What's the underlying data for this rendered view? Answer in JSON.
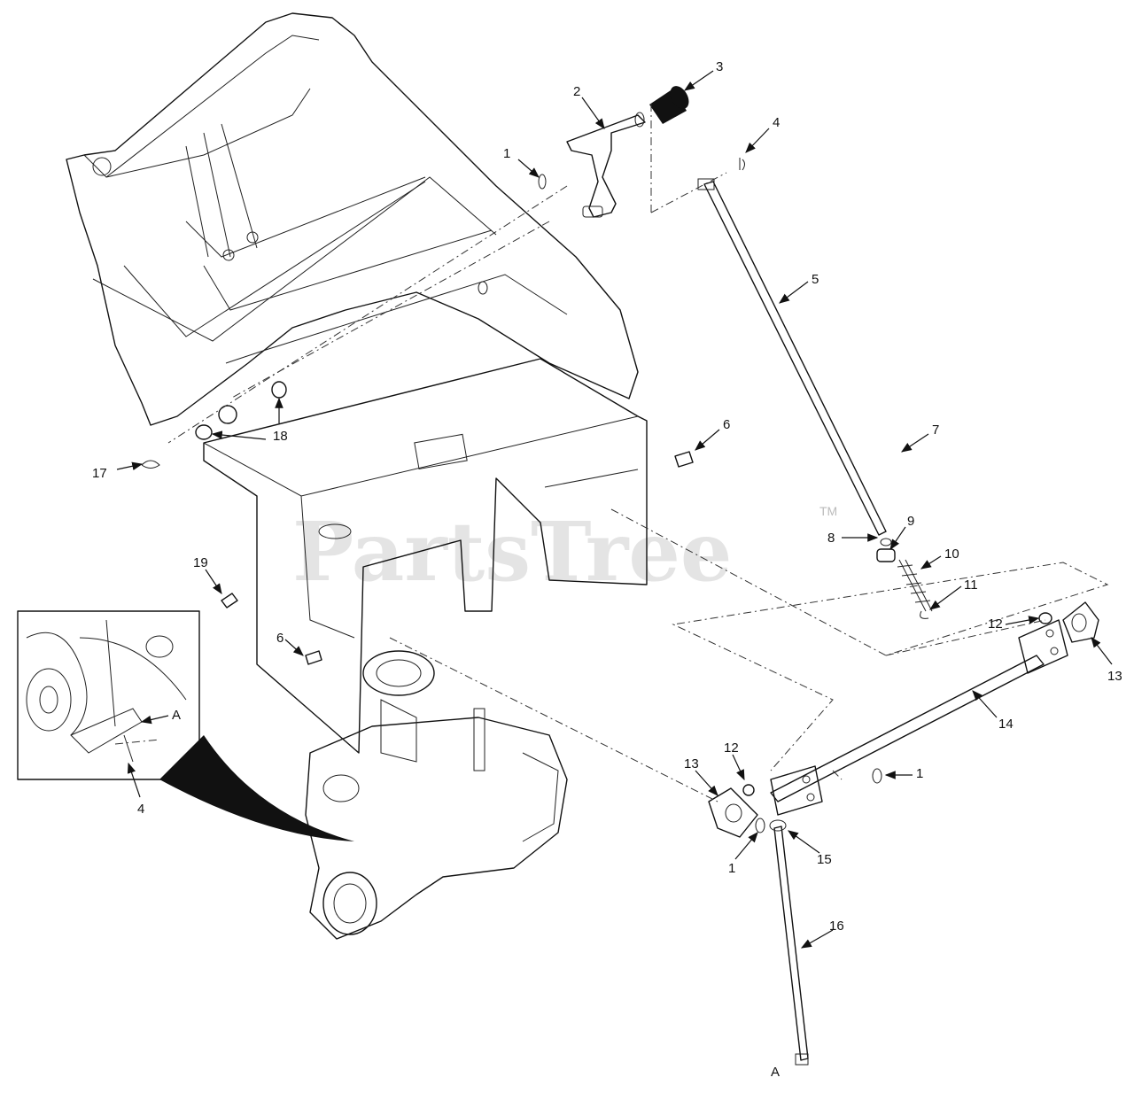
{
  "watermark": {
    "text": "PartsTree",
    "trademark": "TM"
  },
  "callouts": {
    "c1_top": "1",
    "c2": "2",
    "c3": "3",
    "c4_top": "4",
    "c5": "5",
    "c6_right": "6",
    "c7": "7",
    "c8": "8",
    "c9": "9",
    "c10": "10",
    "c11": "11",
    "c12_right": "12",
    "c13_right": "13",
    "c14": "14",
    "c1_right": "1",
    "c13_left": "13",
    "c12_left": "12",
    "c1_bottom": "1",
    "c15": "15",
    "c16": "16",
    "c17": "17",
    "c18": "18",
    "c19": "19",
    "c6_left": "6",
    "c4_inset": "4",
    "ref_a_inset": "A",
    "ref_a_bottom": "A"
  }
}
